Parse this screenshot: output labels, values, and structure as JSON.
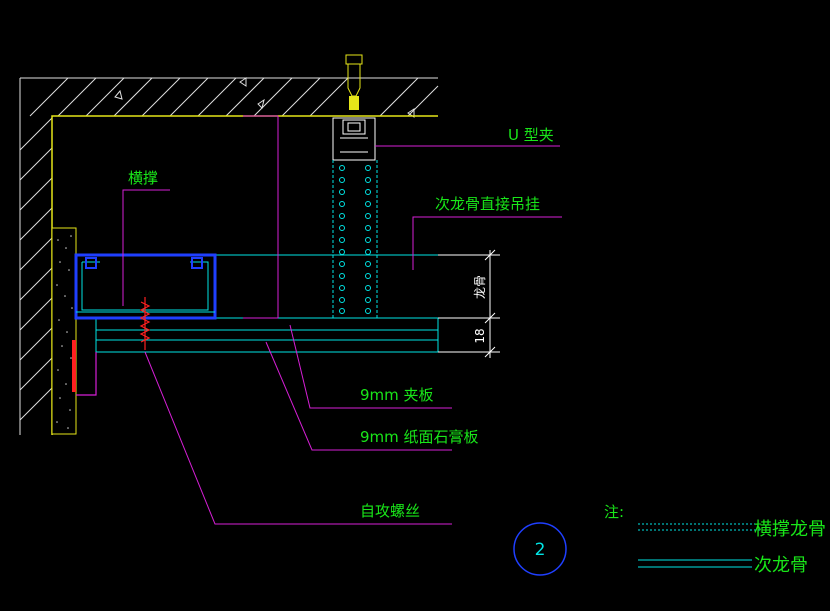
{
  "labels": {
    "u_clip": "U 型夹",
    "secondary_direct_hang": "次龙骨直接吊挂",
    "cross_brace": "横撑",
    "plywood": "9mm 夹板",
    "gypsum": "9mm 纸面石膏板",
    "screw": "自攻螺丝",
    "note": "注:"
  },
  "dimensions": {
    "keel": "龙骨",
    "thickness": "18"
  },
  "detail_number": "2",
  "legend": [
    {
      "line": "dashed",
      "label": "横撑龙骨"
    },
    {
      "line": "solid",
      "label": "次龙骨"
    }
  ],
  "colors": {
    "background": "#000000",
    "text": "#19e619",
    "leader": "#d61fd6",
    "ceiling_edge": "#e6e619",
    "cyan": "#00e5e5",
    "blue": "#1f3fff",
    "red": "#ff2020",
    "hatch": "#e0e0e0"
  }
}
